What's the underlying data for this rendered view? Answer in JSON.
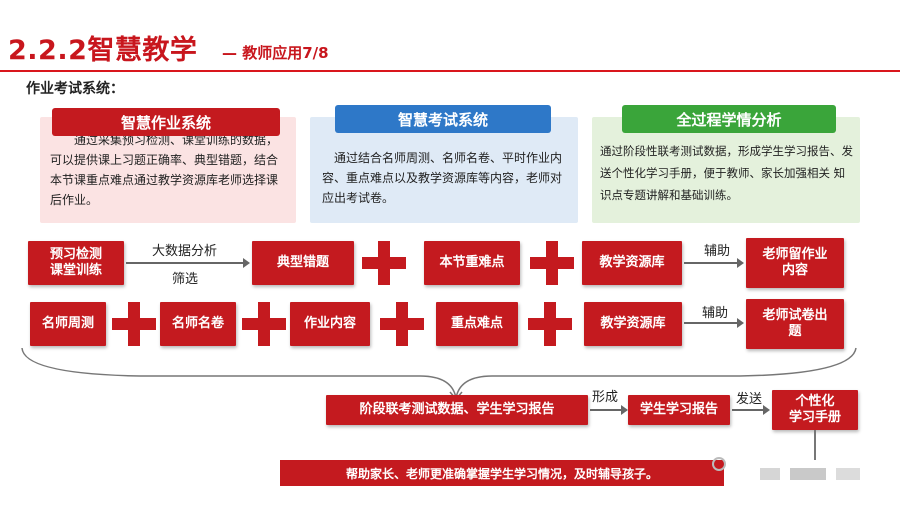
{
  "header": {
    "title": "2.2.2智慧教学",
    "subtitle": "— 教师应用7/8",
    "section": "作业考试系统："
  },
  "cards": [
    {
      "title": "智慧作业系统",
      "text": "通过采集预习检测、课堂训练的数据，可以提供课上习题正确率、典型错题，结合本节课重点难点通过教学资源库老师选择课后作业。",
      "head_color": "#c41a1f",
      "bg_color": "#fbe3e3"
    },
    {
      "title": "智慧考试系统",
      "text": "通过结合名师周测、名师名卷、平时作业内容、重点难点以及教学资源库等内容，老师对应出考试卷。",
      "head_color": "#2e78c8",
      "bg_color": "#dfeaf6"
    },
    {
      "title": "全过程学情分析",
      "text": "通过阶段性联考测试数据，形成学生学习报告、发送个性化学习手册，便于教师、家长加强相关 知识点专题讲解和基础训练。",
      "head_color": "#3aa53a",
      "bg_color": "#e4f1dc"
    }
  ],
  "row1": {
    "n1": "预习检测\n课堂训练",
    "label_top": "大数据分析",
    "label_bottom": "筛选",
    "n2": "典型错题",
    "n3": "本节重难点",
    "n4": "教学资源库",
    "label_assist": "辅助",
    "n5": "老师留作业\n内容"
  },
  "row2": {
    "n1": "名师周测",
    "n2": "名师名卷",
    "n3": "作业内容",
    "n4": "重点难点",
    "n5": "教学资源库",
    "label_assist": "辅助",
    "n6": "老师试卷出\n题"
  },
  "row3": {
    "n1": "阶段联考测试数据、学生学习报告",
    "label_form": "形成",
    "n2": "学生学习报告",
    "label_send": "发送",
    "n3": "个性化\n学习手册"
  },
  "bottom_text": "帮助家长、老师更准确掌握学生学习情况，及时辅导孩子。",
  "colors": {
    "accent": "#c41a1f",
    "title": "#c8161d"
  }
}
